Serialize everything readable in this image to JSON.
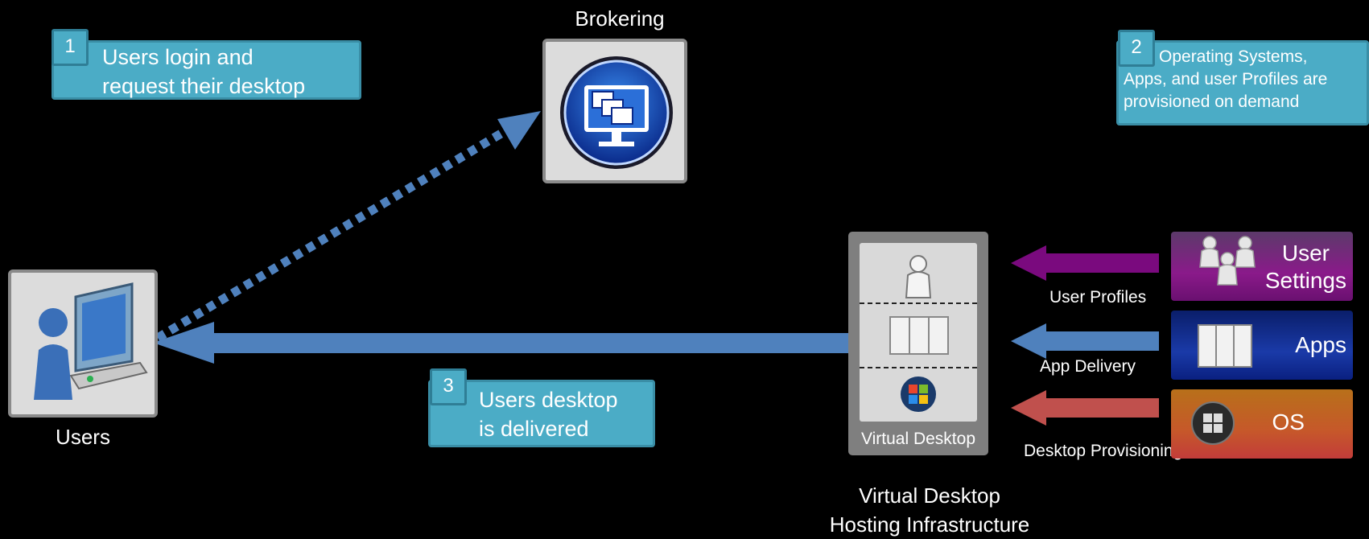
{
  "callouts": [
    {
      "number": "1",
      "text": "Users login and\nrequest their desktop"
    },
    {
      "number": "2",
      "text": "Operating Systems,\nApps, and user Profiles are\nprovisioned on demand"
    },
    {
      "number": "3",
      "text": "Users desktop\nis delivered"
    }
  ],
  "brokering": {
    "label": "Brokering",
    "icon": "monitor-windows-icon"
  },
  "users": {
    "label": "Users",
    "icon": "user-computer-icon"
  },
  "virtual_desktop": {
    "label": "Virtual Desktop",
    "icons": [
      "user-profile-icon",
      "documents-icon",
      "windows-logo-icon"
    ]
  },
  "infrastructure_label": "Virtual Desktop\nHosting Infrastructure",
  "arrows": [
    {
      "label": "User Profiles",
      "color": "#7a0a7e"
    },
    {
      "label": "App Delivery",
      "color": "#4f81bd"
    },
    {
      "label": "Desktop Provisioning",
      "color": "#c0504d"
    }
  ],
  "sources": [
    {
      "label": "User\nSettings",
      "icon": "users-group-icon",
      "color": "#7a1f7e"
    },
    {
      "label": "Apps",
      "icon": "documents-icon",
      "color": "#1a3a9e"
    },
    {
      "label": "OS",
      "icon": "windows-logo-icon",
      "color": "#c65a3a"
    }
  ],
  "colors": {
    "callout": "#4bacc6",
    "connector": "#4f81bd"
  }
}
